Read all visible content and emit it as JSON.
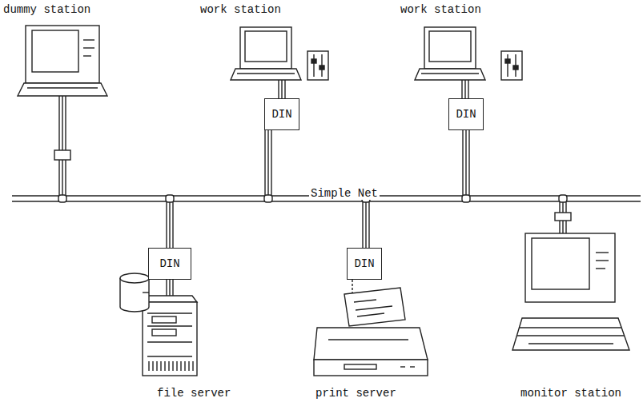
{
  "diagram": {
    "nodes": [
      {
        "text": [
          "DIN"
        ]
      },
      {
        "text": [
          "DIN"
        ]
      },
      {
        "text": [
          "DIN"
        ]
      },
      {
        "text": [
          "DIN"
        ]
      }
    ],
    "labels": [
      "dummy station",
      "work station",
      "work station",
      "Simple Net",
      "file server",
      "print server",
      "monitor station"
    ]
  }
}
